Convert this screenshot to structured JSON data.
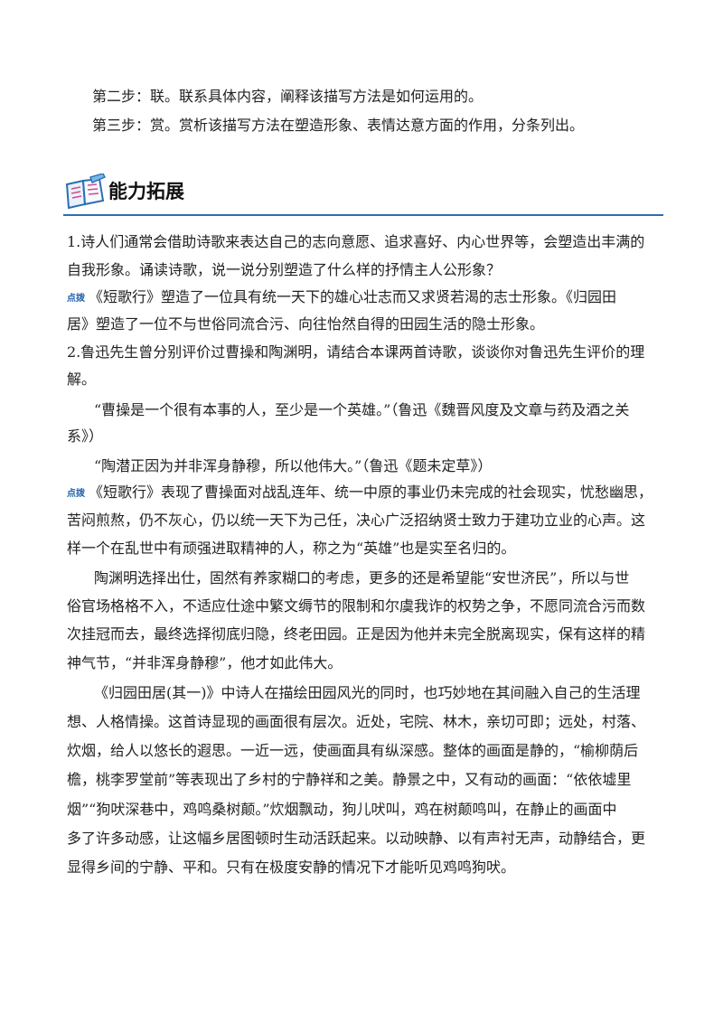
{
  "steps": [
    "第二步：联。联系具体内容，阐释该描写方法是如何运用的。",
    "第三步：赏。赏析该描写方法在塑造形象、表情达意方面的作用，分条列出。"
  ],
  "section": {
    "title": "能力拓展",
    "icon": "open-book-icon",
    "rule_color": "#2a6fb3"
  },
  "tag_label": "点拨",
  "q1": {
    "lines": [
      "1.诗人们通常会借助诗歌来表达自己的志向意愿、追求喜好、内心世界等，会塑造出丰满的",
      "自我形象。诵读诗歌，说一说分别塑造了什么样的抒情主人公形象？"
    ],
    "answer": [
      "《短歌行》塑造了一位具有统一天下的雄心壮志而又求贤若渴的志士形象。《归园田",
      "居》塑造了一位不与世俗同流合污、向往怡然自得的田园生活的隐士形象。"
    ]
  },
  "q2": {
    "lines": [
      "2.鲁迅先生曾分别评价过曹操和陶渊明，请结合本课两首诗歌，谈谈你对鲁迅先生评价的理",
      "解。"
    ],
    "quotes": [
      "“曹操是一个很有本事的人，至少是一个英雄。”（鲁迅《魏晋风度及文章与药及酒之关",
      "系》）",
      "“陶潜正因为并非浑身静穆，所以他伟大。”（鲁迅《题未定草》）"
    ],
    "answer_p1": [
      "《短歌行》表现了曹操面对战乱连年、统一中原的事业仍未完成的社会现实，忧愁幽思，",
      "苦闷煎熬，仍不灰心，仍以统一天下为己任，决心广泛招纳贤士致力于建功立业的心声。这",
      "样一个在乱世中有顽强进取精神的人，称之为“英雄”也是实至名归的。"
    ],
    "answer_p2": [
      "陶渊明选择出仕，固然有养家糊口的考虑，更多的还是希望能“安世济民”，所以与世",
      "俗官场格格不入，不适应仕途中繁文缛节的限制和尔虞我诈的权势之争，不愿同流合污而数",
      "次挂冠而去，最终选择彻底归隐，终老田园。正是因为他并未完全脱离现实，保有这样的精",
      "神气节，“并非浑身静穆”，他才如此伟大。"
    ],
    "answer_p3": [
      "《归园田居(其一)》中诗人在描绘田园风光的同时，也巧妙地在其间融入自己的生活理",
      "想、人格情操。这首诗显现的画面很有层次。近处，宅院、林木，亲切可即；远处，村落、",
      "炊烟，给人以悠长的遐思。一近一远，使画面具有纵深感。整体的画面是静的，“榆柳荫后",
      "檐，桃李罗堂前”等表现出了乡村的宁静祥和之美。静景之中，又有动的画面：“依依墟里",
      "烟”“狗吠深巷中，鸡鸣桑树颠。”炊烟飘动，狗儿吠叫，鸡在树颠鸣叫，在静止的画面中",
      "多了许多动感，让这幅乡居图顿时生动活跃起来。以动映静、以有声衬无声，动静结合，更",
      "显得乡间的宁静、平和。只有在极度安静的情况下才能听见鸡鸣狗吠。"
    ]
  }
}
